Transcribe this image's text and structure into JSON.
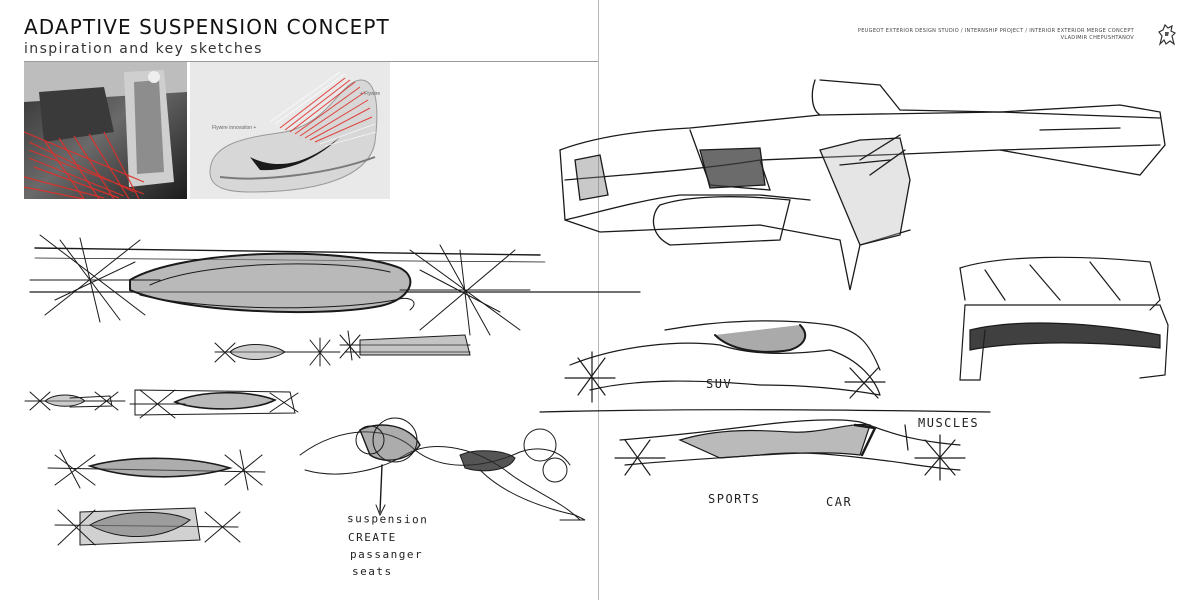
{
  "page": {
    "title": "ADAPTIVE SUSPENSION CONCEPT",
    "subtitle": "inspiration and key sketches",
    "credit_line1": "PEUGEOT EXTERIOR DESIGN STUDIO / INTERNSHIP PROJECT / INTERIOR EXTERIOR MERGE CONCEPT",
    "credit_line2": "VLADIMIR CHEPUSHTANOV",
    "logo_icon": "lion-icon"
  },
  "photos": [
    {
      "name": "car-interior-photo",
      "description_icon": "seat-icon"
    },
    {
      "name": "nike-flywire-shoe-photo",
      "label1": "Flywire innovation +",
      "label2": "+ Flywire"
    }
  ],
  "annotations": {
    "suspension": "suspension",
    "create": "CREATE",
    "passanger": "passanger",
    "seats": "seats",
    "suv": "SUV",
    "muscles": "MUSCLES",
    "sports": "SPORTS",
    "car": "CAR"
  },
  "colors": {
    "pencil": "#1a1a1a",
    "shade": "#8a8a8a",
    "accent_red": "#e0302a"
  }
}
